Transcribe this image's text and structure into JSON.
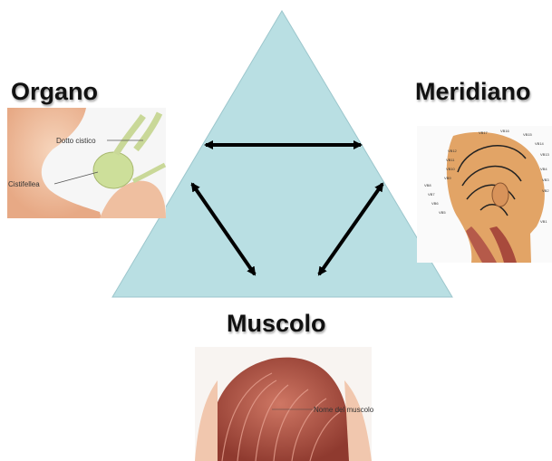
{
  "colors": {
    "triangle_fill": "#b9dfe3",
    "triangle_stroke": "#8fb8bf",
    "arrow": "#000000",
    "skin": "#f2c6a8",
    "gallbladder": "#d7e6a8",
    "muscle": "#b55a4a"
  },
  "nodes": {
    "organo": "Organo",
    "meridiano": "Meridiano",
    "muscolo": "Muscolo"
  },
  "organ_image": {
    "callout_duct": "Dotto cistico",
    "callout_gallbladder": "Cistifellea"
  },
  "muscle_image": {
    "callout": "Nome del muscolo"
  },
  "meridian_image": {
    "point_labels": [
      "VB17",
      "VB16",
      "VB15",
      "VB14",
      "VB13",
      "VB12",
      "VB11",
      "VB10",
      "VB9",
      "VB8",
      "VB7",
      "VB6",
      "VB5",
      "VB4",
      "VB3",
      "VB2",
      "VB1"
    ]
  }
}
